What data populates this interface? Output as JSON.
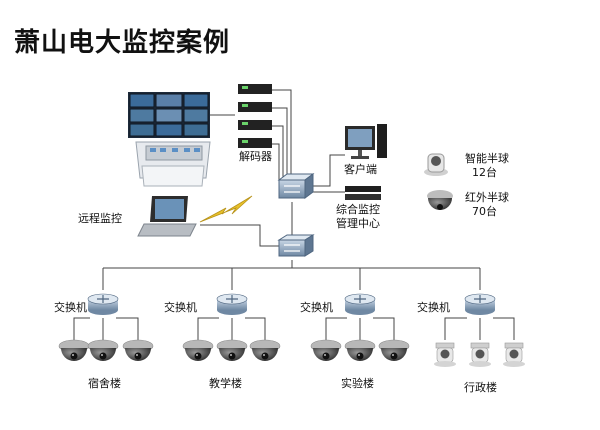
{
  "title": "萧山电大监控案例",
  "labels": {
    "decoder": "解码器",
    "client": "客户端",
    "center_line1": "综合监控",
    "center_line2": "管理中心",
    "remote": "远程监控",
    "smart_dome": "智能半球",
    "smart_dome_count": "12台",
    "ir_dome": "红外半球",
    "ir_dome_count": "70台"
  },
  "buildings": [
    {
      "switch_label": "交换机",
      "name": "宿舍楼",
      "camera_type": "dome-camera-icon"
    },
    {
      "switch_label": "交换机",
      "name": "教学楼",
      "camera_type": "dome-camera-icon"
    },
    {
      "switch_label": "交换机",
      "name": "实验楼",
      "camera_type": "dome-camera-icon"
    },
    {
      "switch_label": "交换机",
      "name": "行政楼",
      "camera_type": "ptz-camera-icon"
    }
  ],
  "colors": {
    "line": "#444444",
    "switch": "#8fa6bf",
    "camera_dark": "#333333",
    "camera_light": "#d9d9d9",
    "lightning": "#e8c12a"
  }
}
